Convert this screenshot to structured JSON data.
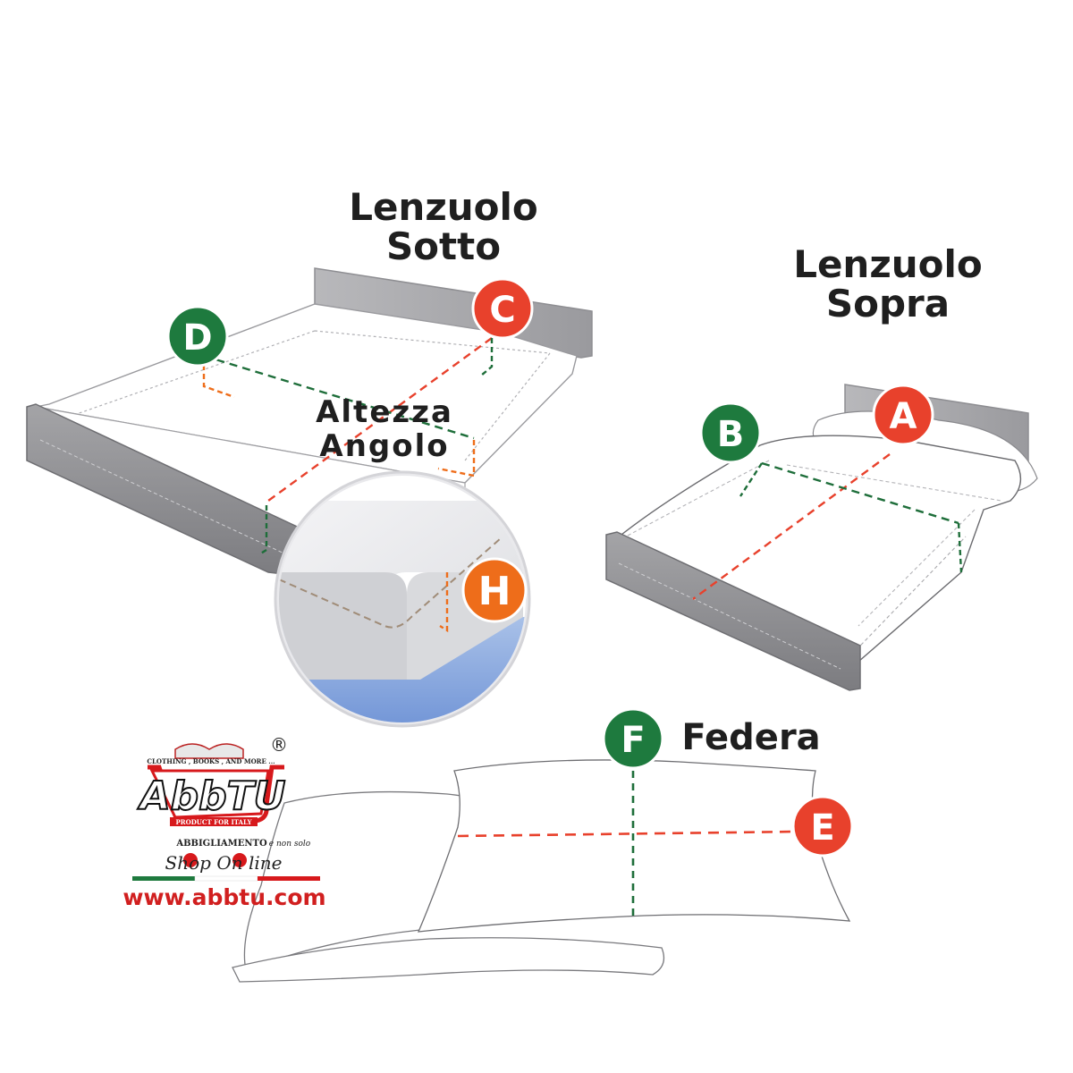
{
  "labels": {
    "bottom_sheet_line1": "Lenzuolo",
    "bottom_sheet_line2": "Sotto",
    "top_sheet_line1": "Lenzuolo",
    "top_sheet_line2": "Sopra",
    "corner_height_line1": "Altezza",
    "corner_height_line2": "Angolo",
    "pillowcase": "Federa"
  },
  "badges": {
    "A": "A",
    "B": "B",
    "C": "C",
    "D": "D",
    "E": "E",
    "F": "F",
    "H": "H"
  },
  "logo": {
    "wordmark": "AbbTU",
    "tagline_top": "CLOTHING , BOOKS , AND MORE ...",
    "tagline_product": "PRODUCT FOR ITALY",
    "registered": "®",
    "subtitle": "ABBIGLIAMENTO",
    "subtitle_extra": "e non solo",
    "shop_text": "Shop  On line",
    "website": "www.abbtu.com"
  },
  "colors": {
    "red_badge": "#e8412c",
    "green_badge": "#1e7a3e",
    "orange_badge": "#ee6d1a",
    "red_line": "#e8412c",
    "green_line": "#1e6e3a",
    "orange_line": "#ee6d1a",
    "footboard": "#8d8d90",
    "website_red": "#d11f1f",
    "website_blue": "#1b3f8f"
  }
}
